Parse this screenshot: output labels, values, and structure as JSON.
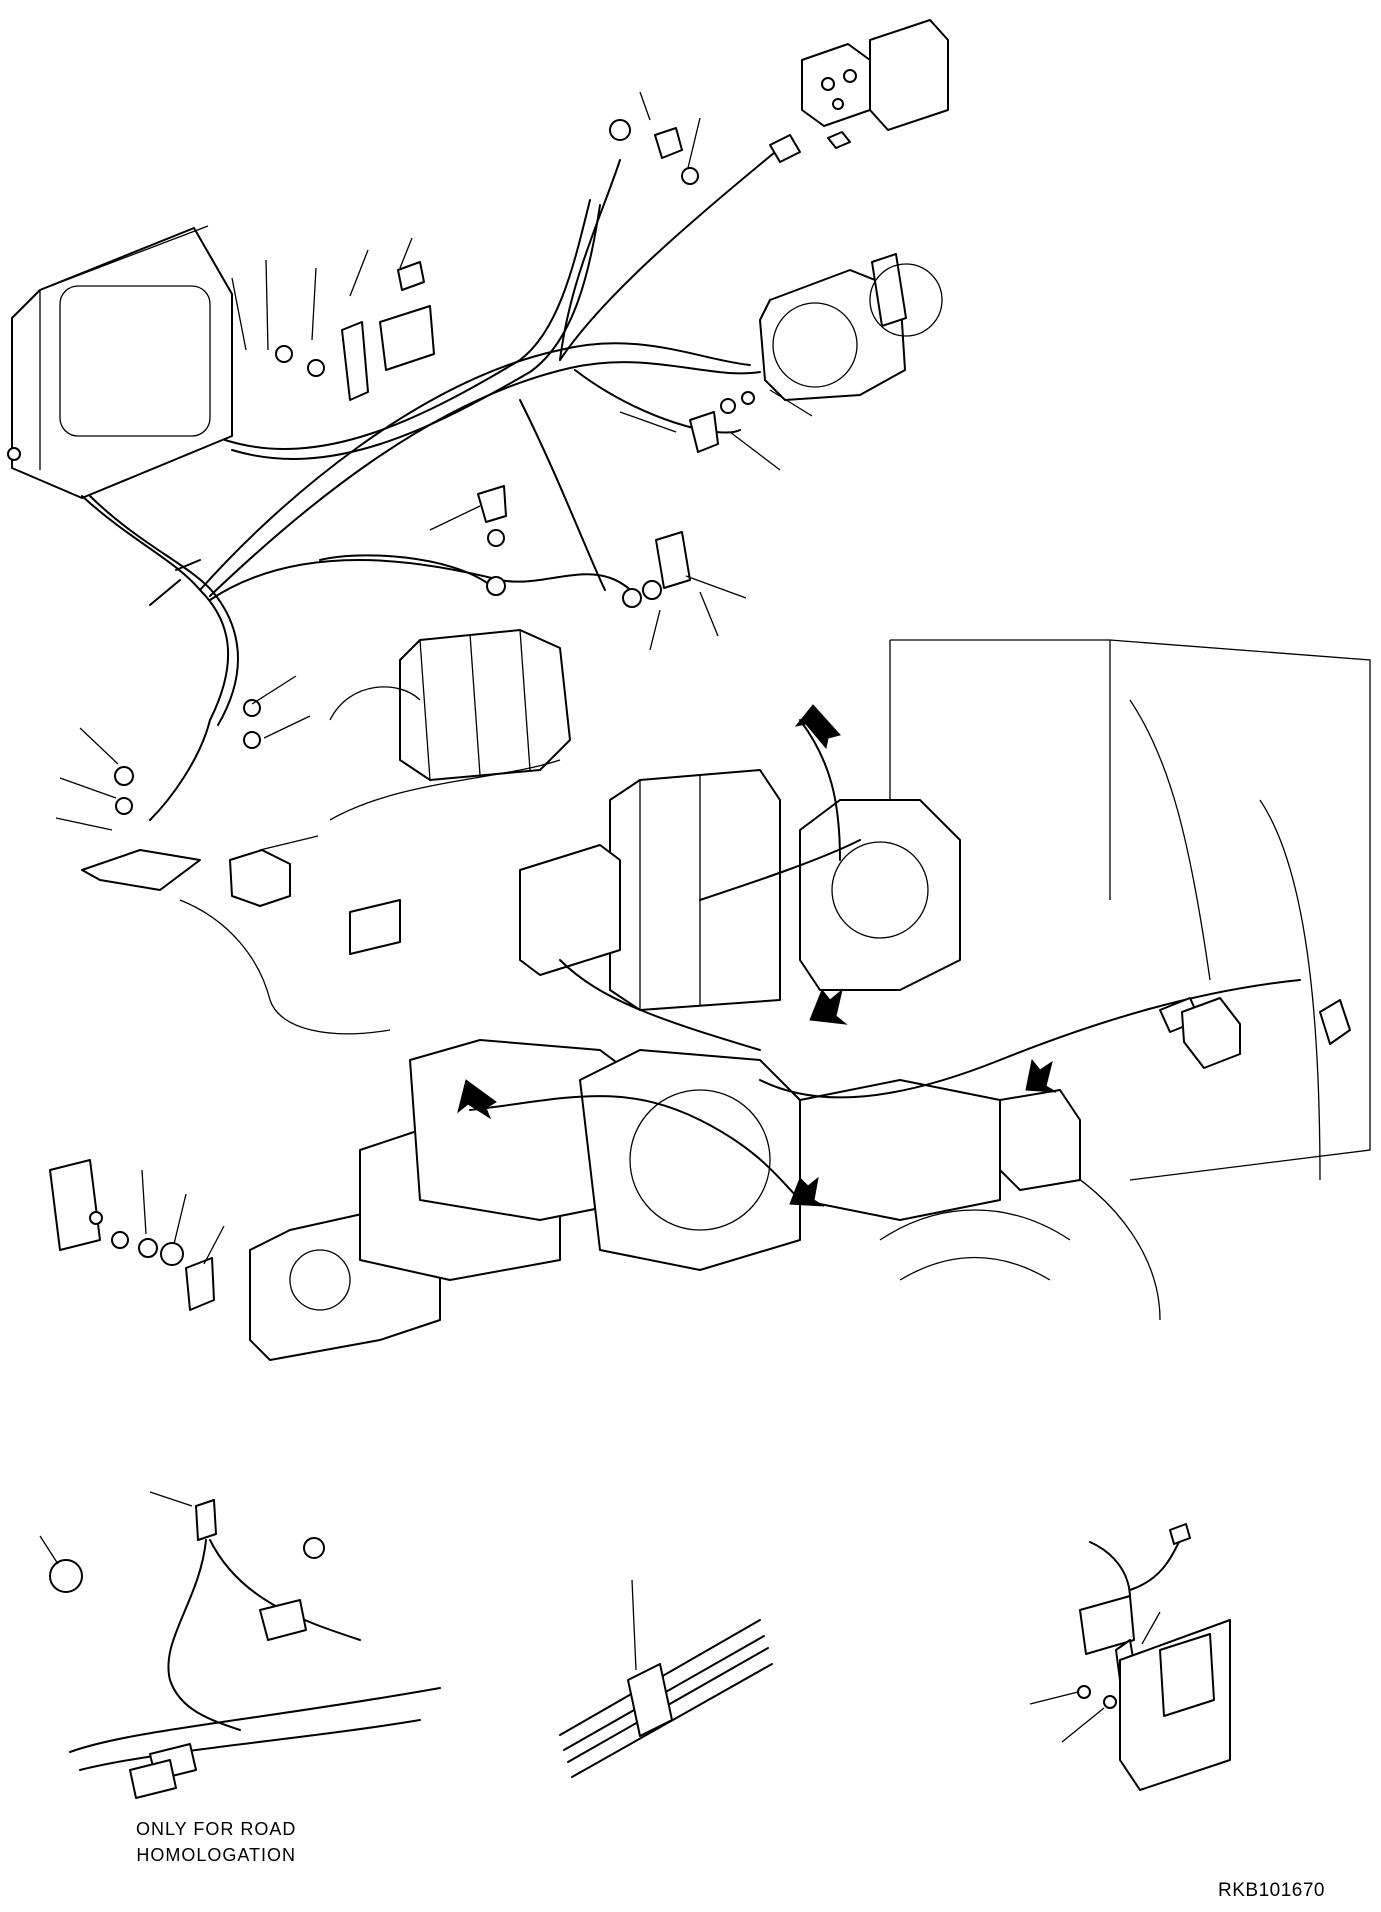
{
  "diagram": {
    "note_lines": [
      "ONLY FOR ROAD",
      "HOMOLOGATION"
    ],
    "drawing_code": "RKB101670"
  }
}
